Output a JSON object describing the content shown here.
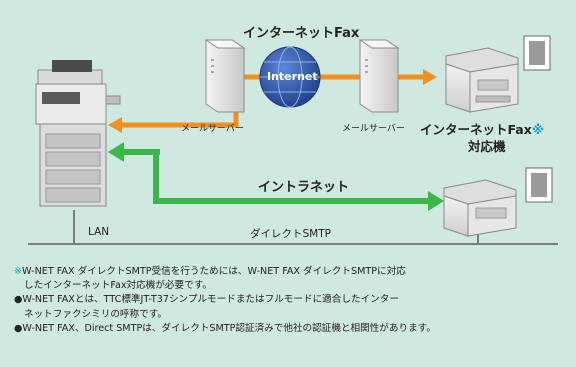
{
  "diagram": {
    "title_internet_fax": "インターネットFax",
    "internet_label": "Internet",
    "mail_server_left": "メールサーバー",
    "mail_server_right": "メールサーバー",
    "compatible_device_line1": "インターネットFax",
    "compatible_device_mark": "※",
    "compatible_device_line2": "対応機",
    "intranet_label": "イントラネット",
    "lan_label": "LAN",
    "direct_smtp_label": "ダイレクトSMTP"
  },
  "notes": [
    {
      "marker": "※",
      "line1": "W-NET FAX ダイレクトSMTP受信を行うためには、W-NET FAX ダイレクトSMTPに対応",
      "line2": "したインターネットFax対応機が必要です。"
    },
    {
      "marker": "●",
      "line1": "W-NET FAXとは、TTC標準JT-T37シンプルモードまたはフルモードに適合したインター",
      "line2": "ネットファクシミリの呼称です。"
    },
    {
      "marker": "●",
      "line1": "W-NET FAX、Direct SMTPは、ダイレクトSMTP認証済みで他社の認証機と相関性があります。",
      "line2": ""
    }
  ],
  "colors": {
    "background": "#cfe8e0",
    "orange_arrow": "#f0901e",
    "green_arrow": "#3cb54a",
    "globe": "#2b52a8",
    "note_marker": "#1aa0d6"
  },
  "icons": [
    "mfp-printer",
    "mail-server",
    "internet-globe",
    "fax-machine",
    "document-page"
  ]
}
